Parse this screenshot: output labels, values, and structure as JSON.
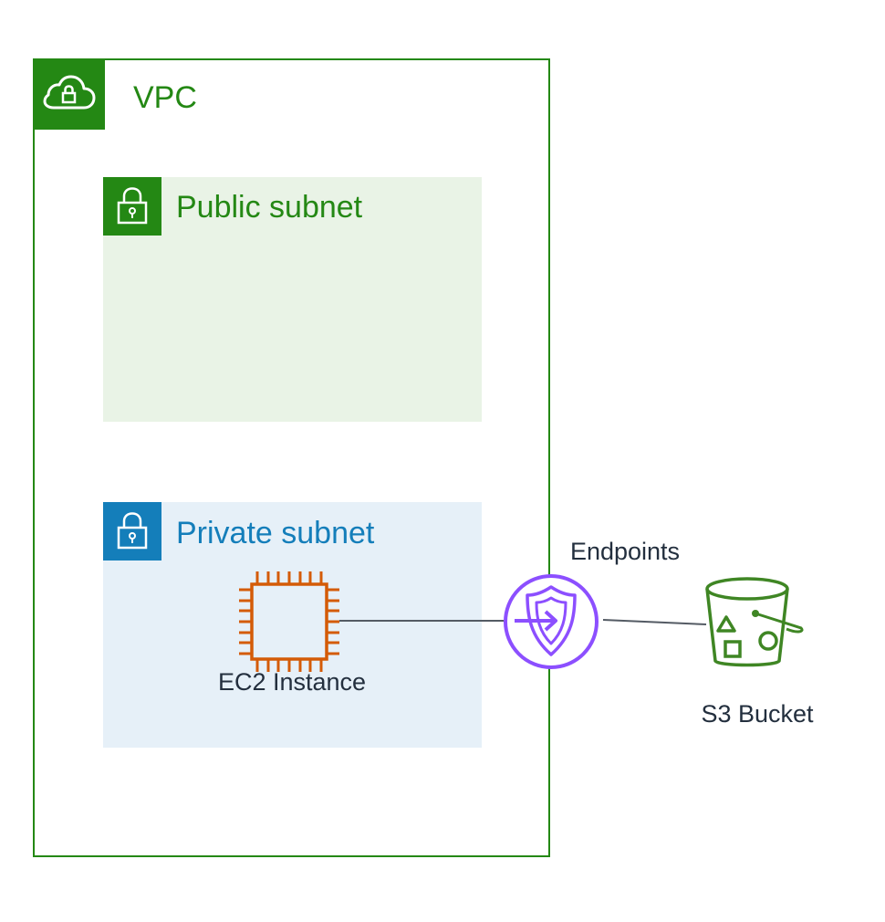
{
  "diagram": {
    "vpc": {
      "label": "VPC",
      "icon": "cloud-lock-icon",
      "color": "#248814"
    },
    "public_subnet": {
      "label": "Public subnet",
      "icon": "padlock-icon",
      "color": "#248814",
      "fill": "#e9f3e6"
    },
    "private_subnet": {
      "label": "Private subnet",
      "icon": "padlock-icon",
      "color": "#147eba",
      "fill": "#e6f0f8"
    },
    "ec2": {
      "label": "EC2 Instance",
      "icon": "chip-icon",
      "color": "#d45b07"
    },
    "endpoint": {
      "label": "Endpoints",
      "icon": "shield-endpoint-icon",
      "color": "#8c4fff"
    },
    "s3": {
      "label": "S3 Bucket",
      "icon": "bucket-icon",
      "color": "#3f8624"
    },
    "connections": [
      {
        "from": "EC2 Instance",
        "to": "Endpoints"
      },
      {
        "from": "Endpoints",
        "to": "S3 Bucket"
      }
    ]
  }
}
